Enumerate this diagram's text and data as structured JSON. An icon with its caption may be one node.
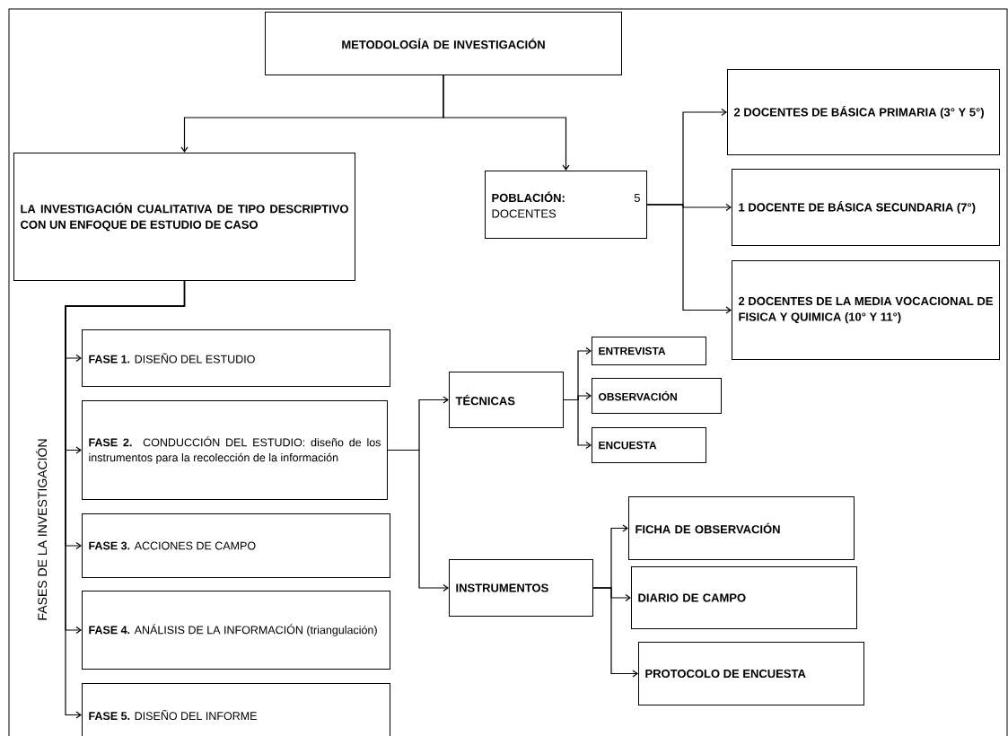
{
  "diagram": {
    "nodes": [
      {
        "text": [
          "METODOLOGÍA DE INVESTIGACIÓN"
        ]
      },
      {
        "text": [
          "LA INVESTIGACIÓN CUALITATIVA DE TIPO DESCRIPTIVO CON UN ENFOQUE DE ESTUDIO DE CASO"
        ]
      },
      {
        "text": [
          "**POBLACIÓN:** 5 DOCENTES"
        ]
      },
      {
        "text": [
          "2 DOCENTES DE BÁSICA PRIMARIA (3° Y 5°)"
        ]
      },
      {
        "text": [
          "1 DOCENTE DE BÁSICA SECUNDARIA (7°)"
        ]
      },
      {
        "text": [
          "2 DOCENTES DE LA MEDIA VOCACIONAL DE FISICA Y QUIMICA (10° Y 11°)"
        ]
      },
      {
        "text": [
          "**FASE 1.** DISEÑO DEL ESTUDIO"
        ]
      },
      {
        "text": [
          "**FASE 2.** CONDUCCIÓN DEL ESTUDIO: diseño de los instrumentos para la recolección de la información"
        ]
      },
      {
        "text": [
          "**FASE 3.** ACCIONES DE CAMPO"
        ]
      },
      {
        "text": [
          "**FASE 4.** ANÁLISIS DE LA INFORMACIÓN (triangulación)"
        ]
      },
      {
        "text": [
          "**FASE 5.** DISEÑO DEL INFORME"
        ]
      },
      {
        "text": [
          "TÉCNICAS"
        ]
      },
      {
        "text": [
          "ENTREVISTA"
        ]
      },
      {
        "text": [
          "OBSERVACIÓN"
        ]
      },
      {
        "text": [
          "ENCUESTA"
        ]
      },
      {
        "text": [
          "INSTRUMENTOS"
        ]
      },
      {
        "text": [
          "FICHA DE OBSERVACIÓN"
        ]
      },
      {
        "text": [
          "DIARIO DE CAMPO"
        ]
      },
      {
        "text": [
          "PROTOCOLO DE ENCUESTA"
        ]
      }
    ],
    "edges": [
      {
        "from": 0,
        "to": 1,
        "arrow": "to"
      },
      {
        "from": 0,
        "to": 2,
        "arrow": "to"
      },
      {
        "from": 2,
        "to": 3,
        "arrow": "to"
      },
      {
        "from": 2,
        "to": 4,
        "arrow": "to"
      },
      {
        "from": 2,
        "to": 5,
        "arrow": "to"
      },
      {
        "from": 1,
        "to": 6,
        "arrow": "to"
      },
      {
        "from": 1,
        "to": 7,
        "arrow": "to"
      },
      {
        "from": 1,
        "to": 8,
        "arrow": "to"
      },
      {
        "from": 1,
        "to": 9,
        "arrow": "to"
      },
      {
        "from": 1,
        "to": 10,
        "arrow": "to"
      },
      {
        "from": 7,
        "to": 11,
        "arrow": "to"
      },
      {
        "from": 7,
        "to": 15,
        "arrow": "to"
      },
      {
        "from": 11,
        "to": 12,
        "arrow": "to"
      },
      {
        "from": 11,
        "to": 13,
        "arrow": "to"
      },
      {
        "from": 11,
        "to": 14,
        "arrow": "to"
      },
      {
        "from": 15,
        "to": 16,
        "arrow": "to"
      },
      {
        "from": 15,
        "to": 17,
        "arrow": "to"
      },
      {
        "from": 15,
        "to": 18,
        "arrow": "to"
      }
    ],
    "labels": [
      "FASES DE LA INVESTIGACIÓN"
    ]
  }
}
